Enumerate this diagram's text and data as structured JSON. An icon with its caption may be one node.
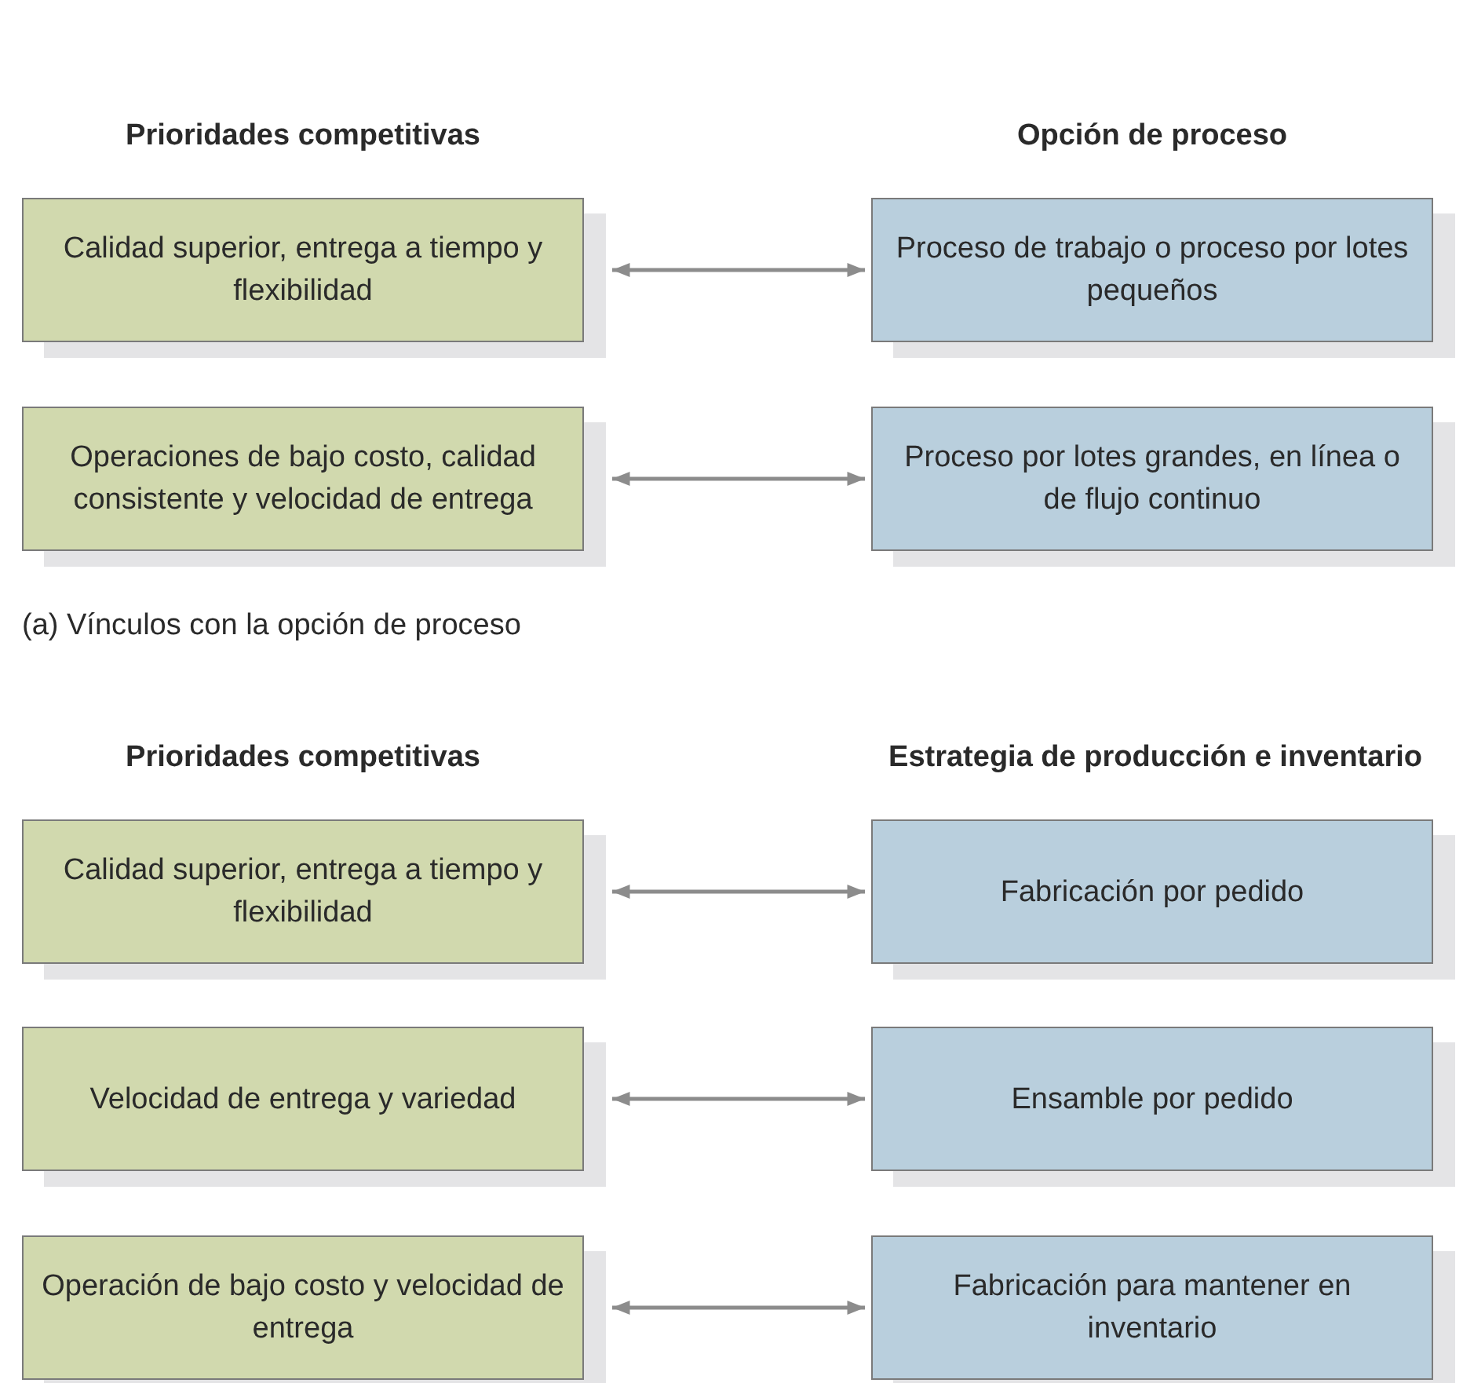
{
  "diagram": {
    "nodes": [
      {
        "text": [
          "Calidad superior, entrega a tiempo y flexibilidad"
        ]
      },
      {
        "text": [
          "Proceso de trabajo o proceso por lotes pequeños"
        ]
      },
      {
        "text": [
          "Operaciones de bajo costo, calidad consistente y velocidad de entrega"
        ]
      },
      {
        "text": [
          "Proceso por lotes grandes, en línea o de flujo continuo"
        ]
      },
      {
        "text": [
          "Calidad superior, entrega a tiempo y flexibilidad"
        ]
      },
      {
        "text": [
          "Fabricación por pedido"
        ]
      },
      {
        "text": [
          "Velocidad de entrega y variedad"
        ]
      },
      {
        "text": [
          "Ensamble por pedido"
        ]
      },
      {
        "text": [
          "Operación de bajo costo y velocidad de entrega"
        ]
      },
      {
        "text": [
          "Fabricación para mantener en inventario"
        ]
      }
    ],
    "edges": [
      {
        "from": 0,
        "to": 1,
        "arrow": "both"
      },
      {
        "from": 2,
        "to": 3,
        "arrow": "both"
      },
      {
        "from": 4,
        "to": 5,
        "arrow": "both"
      },
      {
        "from": 6,
        "to": 7,
        "arrow": "both"
      },
      {
        "from": 8,
        "to": 9,
        "arrow": "both"
      }
    ],
    "labels": [
      "Prioridades competitivas",
      "Opción de proceso",
      "(a) Vínculos con la opción de proceso",
      "Prioridades competitivas",
      "Estrategia de producción e inventario"
    ]
  }
}
